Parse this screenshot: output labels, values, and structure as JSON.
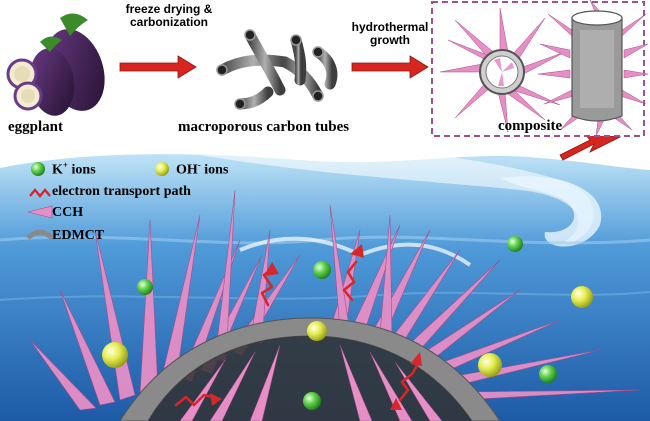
{
  "top_row": {
    "eggplant_label": "eggplant",
    "step1_line1": "freeze drying &",
    "step1_line2": "carbonization",
    "tubes_label": "macroporous carbon tubes",
    "step2_line1": "hydrothermal",
    "step2_line2": "growth",
    "composite_label": "composite"
  },
  "legend": {
    "k_ions": "K",
    "k_sup": "+",
    "k_suffix": " ions",
    "oh_ions": "OH",
    "oh_sup": "-",
    "oh_suffix": " ions",
    "electron_path": "electron transport path",
    "cch": "CCH",
    "edmct": "EDMCT"
  },
  "colors": {
    "k_ion": "#3fbf3f",
    "oh_ion": "#d8e83a",
    "electron_arrow": "#d8262a",
    "cch": "#e58fc6",
    "edmct": "#8a8a8a",
    "water": "#2f78c4",
    "process_arrow": "#d6261f",
    "composite_box": "#a0508f"
  }
}
